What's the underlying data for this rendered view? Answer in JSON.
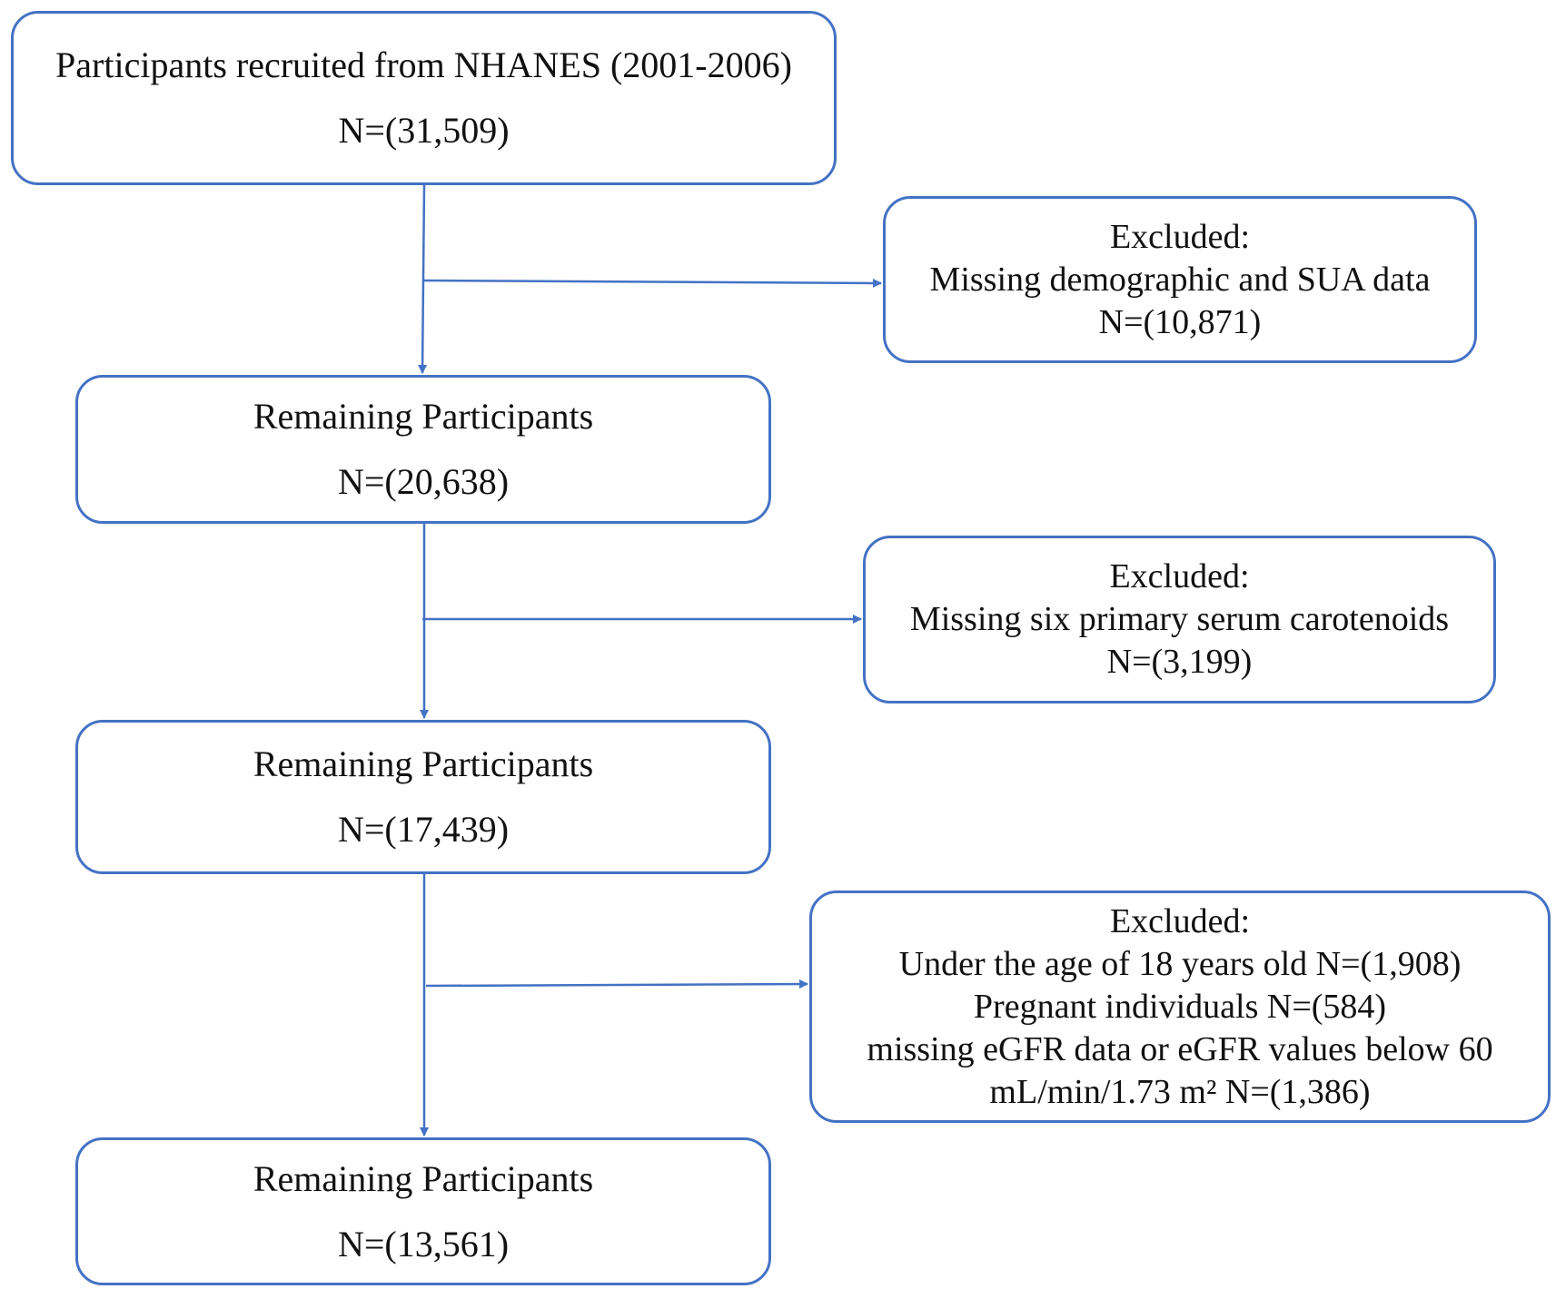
{
  "colors": {
    "box_border": "#4472c4",
    "connector": "#4472c4",
    "text": "#111111",
    "background": "#ffffff"
  },
  "boxes": {
    "recruited": {
      "title": "Participants recruited from NHANES (2001-2006)",
      "count": "N=(31,509)"
    },
    "remaining_1": {
      "title": "Remaining Participants",
      "count": "N=(20,638)"
    },
    "remaining_2": {
      "title": "Remaining Participants",
      "count": "N=(17,439)"
    },
    "remaining_3": {
      "title": "Remaining Participants",
      "count": "N=(13,561)"
    }
  },
  "exclusions": {
    "excluded_1": {
      "heading": "Excluded:",
      "lines": [
        "Missing demographic and SUA data",
        "N=(10,871)"
      ]
    },
    "excluded_2": {
      "heading": "Excluded:",
      "lines": [
        "Missing six primary serum carotenoids",
        "N=(3,199)"
      ]
    },
    "excluded_3": {
      "heading": "Excluded:",
      "lines": [
        "Under the age of 18 years old  N=(1,908)",
        "Pregnant individuals  N=(584)",
        "missing eGFR data or eGFR values below 60",
        "mL/min/1.73 m²  N=(1,386)"
      ]
    }
  }
}
